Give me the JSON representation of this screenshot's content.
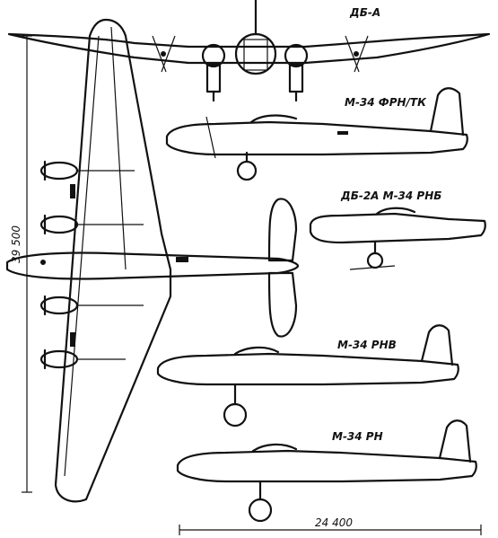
{
  "labels": {
    "db_a": "ДБ-А",
    "m34_frn_tk": "М-34 ФРН/ТК",
    "db2a_m34_rnb": "ДБ-2А М-34 РНБ",
    "m34_rnv": "М-34 РНВ",
    "m34_rn": "М-34 РН"
  },
  "dimensions": {
    "wingspan": "39 500",
    "length": "24 400"
  }
}
